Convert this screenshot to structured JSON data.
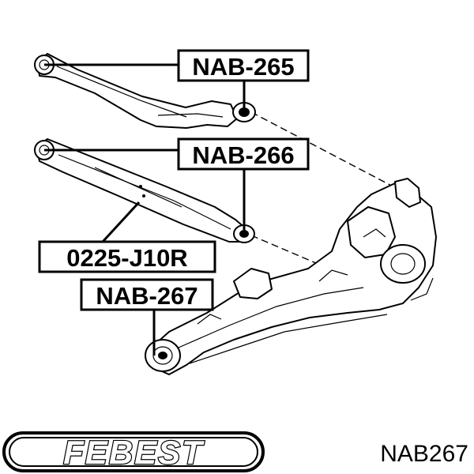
{
  "callouts": {
    "upper_arm_bushing": "NAB-265",
    "lower_arm_bushing": "NAB-266",
    "lower_arm": "0225-J10R",
    "knuckle_bushing": "NAB-267"
  },
  "footer": {
    "brand": "FEBEST",
    "part_number": "NAB267"
  },
  "colors": {
    "ink": "#000000",
    "paper": "#ffffff"
  }
}
